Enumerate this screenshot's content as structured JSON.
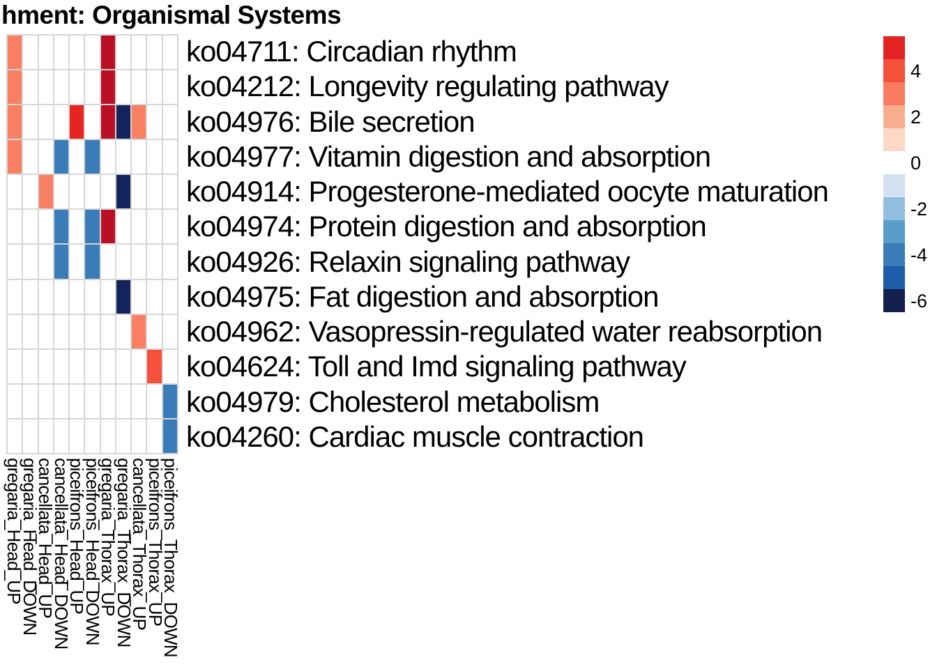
{
  "chart_data": {
    "type": "heatmap",
    "title": "hment: Organismal Systems",
    "rows": [
      "ko04711: Circadian rhythm",
      "ko04212: Longevity regulating pathway",
      "ko04976: Bile secretion",
      "ko04977: Vitamin digestion and absorption",
      "ko04914: Progesterone-mediated oocyte maturation",
      "ko04974: Protein digestion and absorption",
      "ko04926: Relaxin signaling pathway",
      "ko04975: Fat digestion and absorption",
      "ko04962: Vasopressin-regulated water reabsorption",
      "ko04624: Toll and Imd signaling pathway",
      "ko04979: Cholesterol metabolism",
      "ko04260: Cardiac muscle contraction"
    ],
    "columns": [
      "gregaria_Head_UP",
      "gregaria_Head_DOWN",
      "cancellata_Head_UP",
      "cancellata_Head_DOWN",
      "piceifrons_Head_UP",
      "piceifrons_Head_DOWN",
      "gregaria_Thorax_UP",
      "gregaria_Thorax_DOWN",
      "cancellata_Thorax_UP",
      "piceifrons_Thorax_UP",
      "piceifrons_Thorax_DOWN"
    ],
    "cells": [
      {
        "row": 0,
        "col": 0,
        "value": 3,
        "color": "#f87f62"
      },
      {
        "row": 0,
        "col": 6,
        "value": 6,
        "color": "#bb0f26"
      },
      {
        "row": 1,
        "col": 0,
        "value": 3,
        "color": "#f87f62"
      },
      {
        "row": 1,
        "col": 6,
        "value": 6,
        "color": "#bb0f26"
      },
      {
        "row": 2,
        "col": 0,
        "value": 3,
        "color": "#f87f62"
      },
      {
        "row": 2,
        "col": 4,
        "value": 5,
        "color": "#e62420"
      },
      {
        "row": 2,
        "col": 6,
        "value": 6,
        "color": "#bb0f26"
      },
      {
        "row": 2,
        "col": 7,
        "value": -6,
        "color": "#13235b"
      },
      {
        "row": 2,
        "col": 8,
        "value": 3,
        "color": "#f87f62"
      },
      {
        "row": 3,
        "col": 0,
        "value": 3,
        "color": "#f87f62"
      },
      {
        "row": 3,
        "col": 3,
        "value": -4,
        "color": "#3a7cb8"
      },
      {
        "row": 3,
        "col": 5,
        "value": -4,
        "color": "#3a7cb8"
      },
      {
        "row": 4,
        "col": 2,
        "value": 3,
        "color": "#f87f62"
      },
      {
        "row": 4,
        "col": 7,
        "value": -6,
        "color": "#13235b"
      },
      {
        "row": 5,
        "col": 3,
        "value": -4,
        "color": "#3a7cb8"
      },
      {
        "row": 5,
        "col": 5,
        "value": -4,
        "color": "#3a7cb8"
      },
      {
        "row": 5,
        "col": 6,
        "value": 6,
        "color": "#bb0f26"
      },
      {
        "row": 6,
        "col": 3,
        "value": -4,
        "color": "#3a7cb8"
      },
      {
        "row": 6,
        "col": 5,
        "value": -4,
        "color": "#3a7cb8"
      },
      {
        "row": 7,
        "col": 7,
        "value": -6,
        "color": "#13235b"
      },
      {
        "row": 8,
        "col": 8,
        "value": 3,
        "color": "#f87f62"
      },
      {
        "row": 9,
        "col": 9,
        "value": 4,
        "color": "#f5503a"
      },
      {
        "row": 10,
        "col": 10,
        "value": -4,
        "color": "#3a7cb8"
      },
      {
        "row": 11,
        "col": 10,
        "value": -4,
        "color": "#3a7cb8"
      }
    ],
    "legend": {
      "segments": [
        {
          "value": 5,
          "color": "#e32322"
        },
        {
          "value": 4,
          "color": "#f5503a"
        },
        {
          "value": 3,
          "color": "#f87c60"
        },
        {
          "value": 2,
          "color": "#f8ae8e"
        },
        {
          "value": 1,
          "color": "#fcd8c6"
        },
        {
          "value": 0,
          "color": "#ffffff"
        },
        {
          "value": -1,
          "color": "#d4e2f1"
        },
        {
          "value": -2,
          "color": "#92bedd"
        },
        {
          "value": -3,
          "color": "#589dc8"
        },
        {
          "value": -4,
          "color": "#3a7cb8"
        },
        {
          "value": -5,
          "color": "#1e5ba8"
        },
        {
          "value": -6,
          "color": "#13204e"
        }
      ],
      "tick_labels": [
        "4",
        "2",
        "0",
        "-2",
        "-4",
        "-6"
      ],
      "tick_values": [
        4,
        2,
        0,
        -2,
        -4,
        -6
      ],
      "position": "right"
    },
    "layout": {
      "grid_on": true,
      "grid_line_color": "#d6d6d6",
      "background_color": "#ffffff",
      "text_color": "#000000"
    }
  }
}
